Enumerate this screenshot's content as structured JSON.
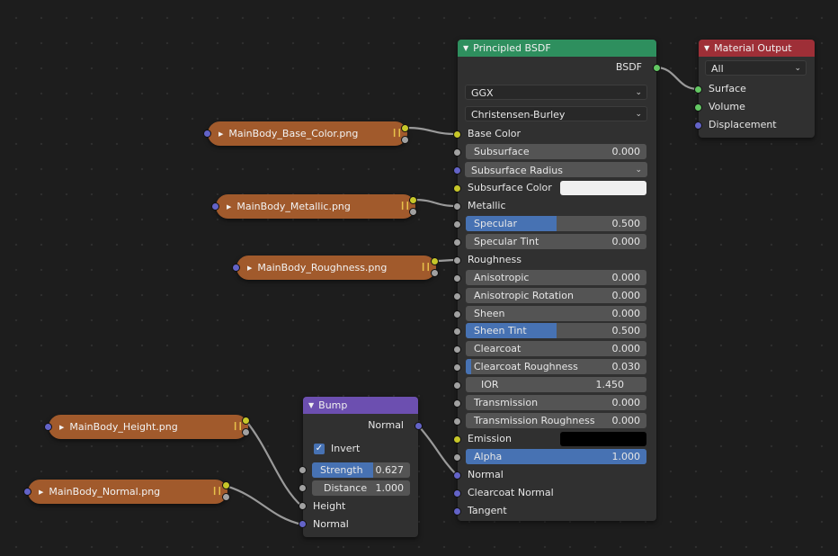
{
  "colors": {
    "bsdf_header": "#2e8f5e",
    "output_header": "#9e2f37",
    "bump_header": "#6c4fb0",
    "texture_node": "#a15a2c",
    "slider_fill": "#4772b3",
    "socket_color": "#c7c729",
    "socket_float": "#a1a1a1",
    "socket_vector": "#6363c7",
    "socket_shader": "#63c763"
  },
  "principled": {
    "title": "Principled BSDF",
    "output_label": "BSDF",
    "distribution": "GGX",
    "subsurface_method": "Christensen-Burley",
    "inputs": {
      "base_color": "Base Color",
      "subsurface": {
        "label": "Subsurface",
        "value": "0.000",
        "fill": 0
      },
      "subsurface_radius": "Subsurface Radius",
      "subsurface_color": {
        "label": "Subsurface Color",
        "swatch": "#f0f0f0"
      },
      "metallic": "Metallic",
      "specular": {
        "label": "Specular",
        "value": "0.500",
        "fill": 0.5
      },
      "specular_tint": {
        "label": "Specular Tint",
        "value": "0.000",
        "fill": 0
      },
      "roughness": "Roughness",
      "anisotropic": {
        "label": "Anisotropic",
        "value": "0.000",
        "fill": 0
      },
      "anisotropic_rotation": {
        "label": "Anisotropic Rotation",
        "value": "0.000",
        "fill": 0
      },
      "sheen": {
        "label": "Sheen",
        "value": "0.000",
        "fill": 0
      },
      "sheen_tint": {
        "label": "Sheen Tint",
        "value": "0.500",
        "fill": 0.5
      },
      "clearcoat": {
        "label": "Clearcoat",
        "value": "0.000",
        "fill": 0
      },
      "clearcoat_roughness": {
        "label": "Clearcoat Roughness",
        "value": "0.030",
        "fill": 0.03
      },
      "ior": {
        "label": "IOR",
        "value": "1.450"
      },
      "transmission": {
        "label": "Transmission",
        "value": "0.000",
        "fill": 0
      },
      "transmission_roughness": {
        "label": "Transmission Roughness",
        "value": "0.000",
        "fill": 0
      },
      "emission": {
        "label": "Emission",
        "swatch": "#000000"
      },
      "alpha": {
        "label": "Alpha",
        "value": "1.000",
        "fill": 1
      },
      "normal": "Normal",
      "clearcoat_normal": "Clearcoat Normal",
      "tangent": "Tangent"
    }
  },
  "material_output": {
    "title": "Material Output",
    "target": "All",
    "inputs": [
      "Surface",
      "Volume",
      "Displacement"
    ]
  },
  "bump": {
    "title": "Bump",
    "output_label": "Normal",
    "invert_label": "Invert",
    "invert_checked": true,
    "strength": {
      "label": "Strength",
      "value": "0.627",
      "fill": 0.627
    },
    "distance": {
      "label": "Distance",
      "value": "1.000"
    },
    "inputs": [
      "Height",
      "Normal"
    ]
  },
  "textures": [
    "MainBody_Base_Color.png",
    "MainBody_Metallic.png",
    "MainBody_Roughness.png",
    "MainBody_Height.png",
    "MainBody_Normal.png"
  ]
}
